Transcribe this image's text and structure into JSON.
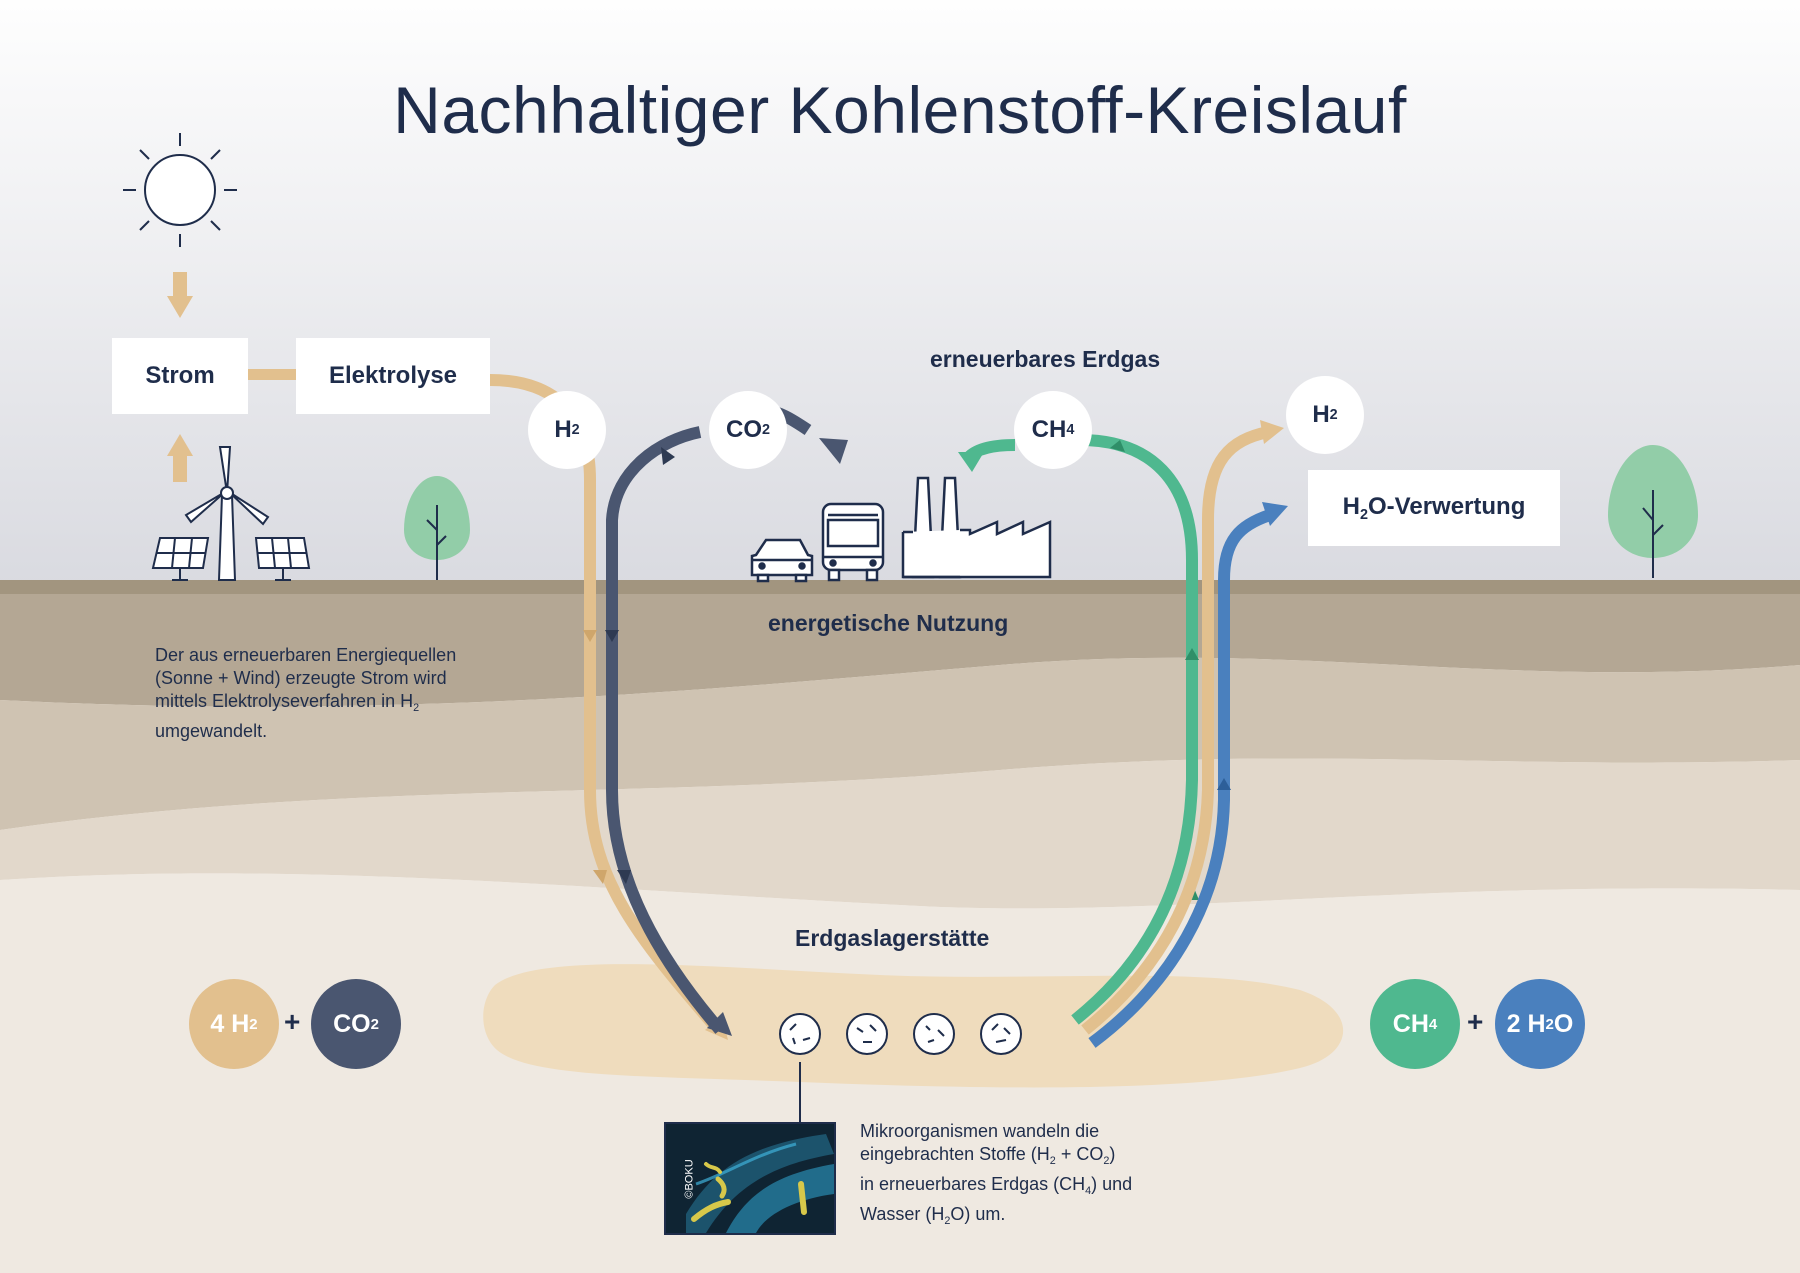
{
  "title": "Nachhaltiger Kohlenstoff-Kreislauf",
  "boxes": {
    "strom": "Strom",
    "elektrolyse": "Elektrolyse",
    "h2o_verwertung_main": "H",
    "h2o_verwertung_sub": "2",
    "h2o_verwertung_rest": "O-Verwertung"
  },
  "labels": {
    "erneuerbares_erdgas": "erneuerbares Erdgas",
    "energetische_nutzung": "energetische Nutzung",
    "erdgaslagerstaette": "Erdgaslagerstätte"
  },
  "molecules": {
    "h2_left": {
      "main": "H",
      "sub": "2"
    },
    "co2_top": {
      "main": "CO",
      "sub": "2"
    },
    "ch4_top": {
      "main": "CH",
      "sub": "4"
    },
    "h2_right": {
      "main": "H",
      "sub": "2"
    }
  },
  "equation_left": {
    "a_main": "4 H",
    "a_sub": "2",
    "plus": "+",
    "b_main": "CO",
    "b_sub": "2"
  },
  "equation_right": {
    "a_main": "CH",
    "a_sub": "4",
    "plus": "+",
    "b_pre": "2 H",
    "b_sub": "2",
    "b_post": "O"
  },
  "text_left": {
    "line1": "Der aus erneuerbaren Energiequellen",
    "line2": "(Sonne + Wind) erzeugte Strom wird",
    "line3_a": "mittels Elektrolyseverfahren in H",
    "line3_sub": "2",
    "line4": "umgewandelt."
  },
  "text_bottom": {
    "line1": "Mikroorganismen wandeln die",
    "line2_a": "eingebrachten Stoffe (H",
    "line2_sub1": "2",
    "line2_b": " + CO",
    "line2_sub2": "2",
    "line2_c": ")",
    "line3_a": "in erneuerbares Erdgas (CH",
    "line3_sub": "4",
    "line3_b": ") und",
    "line4_a": "Wasser (H",
    "line4_sub": "2",
    "line4_b": "O) um."
  },
  "photo_credit": "©BOKU",
  "icons": [
    "sun-icon",
    "arrow-down-icon",
    "arrow-up-icon",
    "wind-turbine-icon",
    "solar-panel-icon",
    "tree-icon",
    "car-icon",
    "bus-icon",
    "factory-icon",
    "microorganism-icon"
  ],
  "colors": {
    "navy": "#1f2d4b",
    "h2_tan": "#e2c08e",
    "co2_slate": "#4a5670",
    "ch4_green": "#4fb88f",
    "h2o_blue": "#4a80be",
    "sky_top": "#fdfdfd",
    "sky_bottom": "#dcdde3",
    "ground": "#a79c8c",
    "deposit": "#efdcbd",
    "tree": "#92cda8"
  }
}
